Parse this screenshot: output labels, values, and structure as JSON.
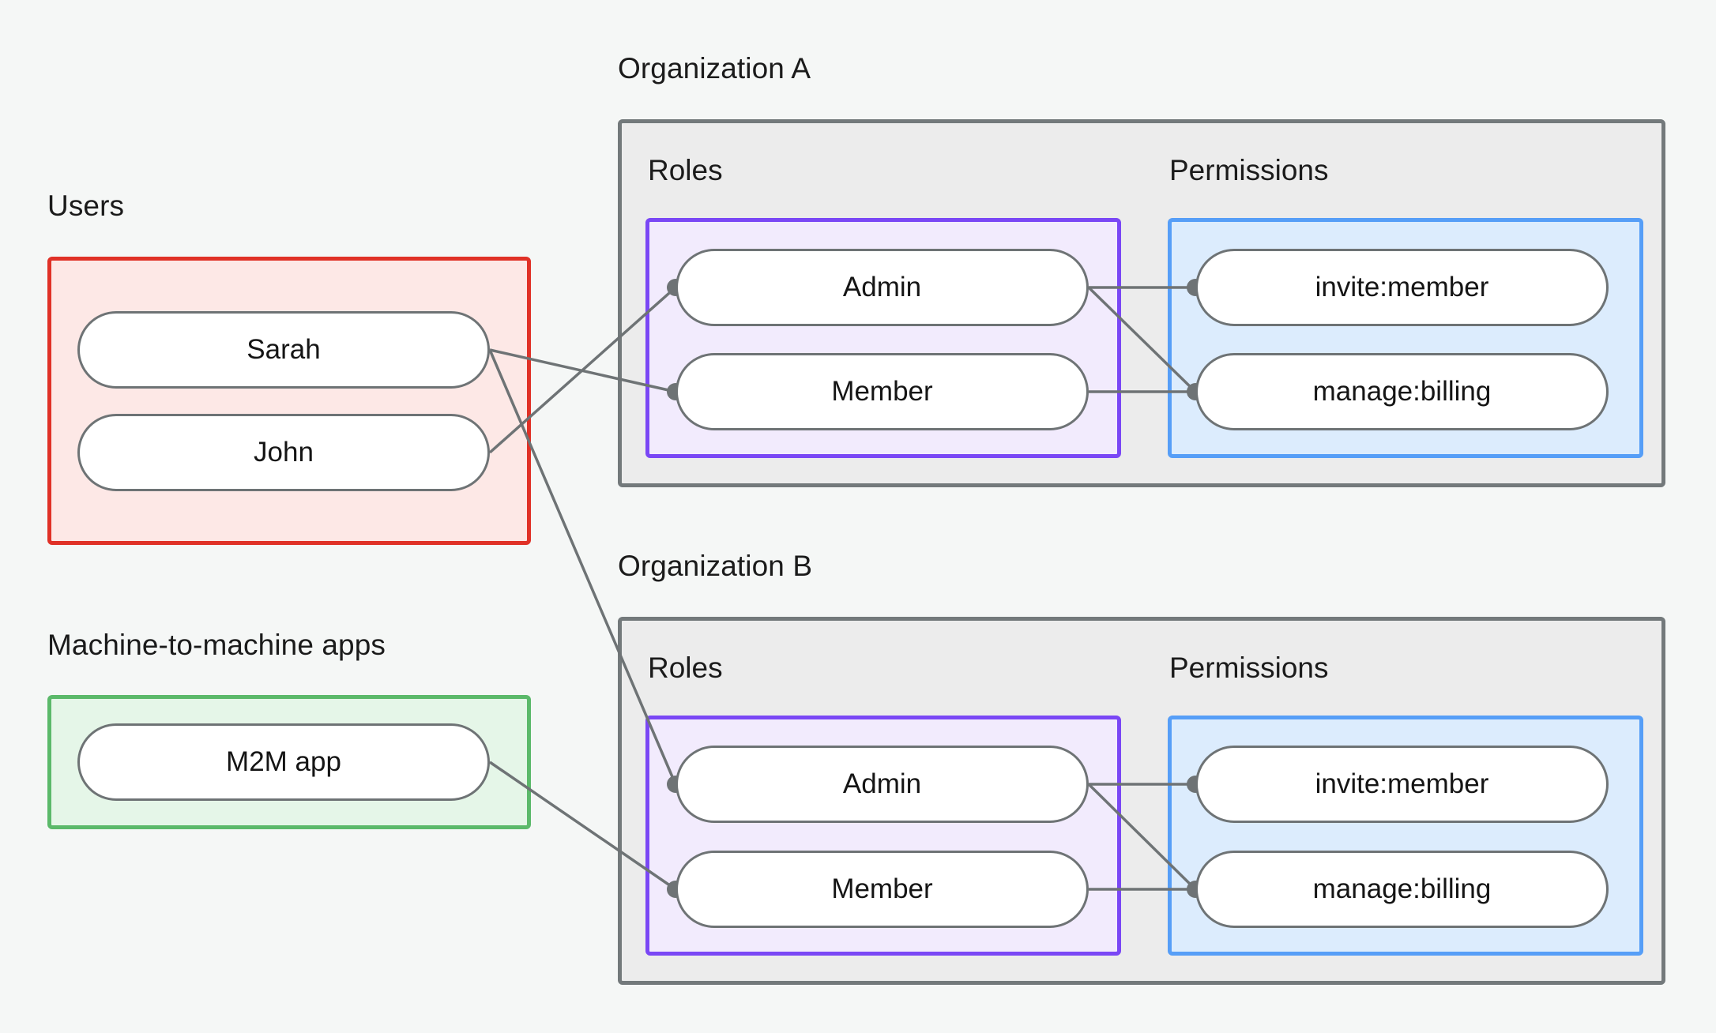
{
  "colors": {
    "canvas_bg": "#f5f7f6",
    "users_border": "#e03127",
    "users_fill": "#fde8e6",
    "m2m_border": "#5bb96a",
    "m2m_fill": "#e5f6e8",
    "org_border": "#73797b",
    "org_fill": "#ececec",
    "roles_border": "#7a47f5",
    "roles_fill": "#f2ebfd",
    "perms_border": "#569ef7",
    "perms_fill": "#dcecfd",
    "node_border": "#6e7375",
    "node_fill": "#ffffff",
    "edge": "#6e7375",
    "text": "#1b1b1b"
  },
  "groups": {
    "users": {
      "label": "Users",
      "nodes": [
        {
          "label": "Sarah"
        },
        {
          "label": "John"
        }
      ]
    },
    "m2m": {
      "label": "Machine-to-machine apps",
      "nodes": [
        {
          "label": "M2M app"
        }
      ]
    },
    "org_a": {
      "label": "Organization A",
      "roles_label": "Roles",
      "permissions_label": "Permissions",
      "roles": [
        {
          "label": "Admin"
        },
        {
          "label": "Member"
        }
      ],
      "permissions": [
        {
          "label": "invite:member"
        },
        {
          "label": "manage:billing"
        }
      ]
    },
    "org_b": {
      "label": "Organization B",
      "roles_label": "Roles",
      "permissions_label": "Permissions",
      "roles": [
        {
          "label": "Admin"
        },
        {
          "label": "Member"
        }
      ],
      "permissions": [
        {
          "label": "invite:member"
        },
        {
          "label": "manage:billing"
        }
      ]
    }
  },
  "edges": [
    {
      "from": "Sarah",
      "to": "Organization A / Member"
    },
    {
      "from": "Sarah",
      "to": "Organization B / Admin"
    },
    {
      "from": "John",
      "to": "Organization A / Admin"
    },
    {
      "from": "M2M app",
      "to": "Organization B / Member"
    },
    {
      "from": "Organization A / Admin",
      "to": "Organization A / invite:member"
    },
    {
      "from": "Organization A / Admin",
      "to": "Organization A / manage:billing"
    },
    {
      "from": "Organization A / Member",
      "to": "Organization A / manage:billing"
    },
    {
      "from": "Organization B / Admin",
      "to": "Organization B / invite:member"
    },
    {
      "from": "Organization B / Admin",
      "to": "Organization B / manage:billing"
    },
    {
      "from": "Organization B / Member",
      "to": "Organization B / manage:billing"
    }
  ]
}
